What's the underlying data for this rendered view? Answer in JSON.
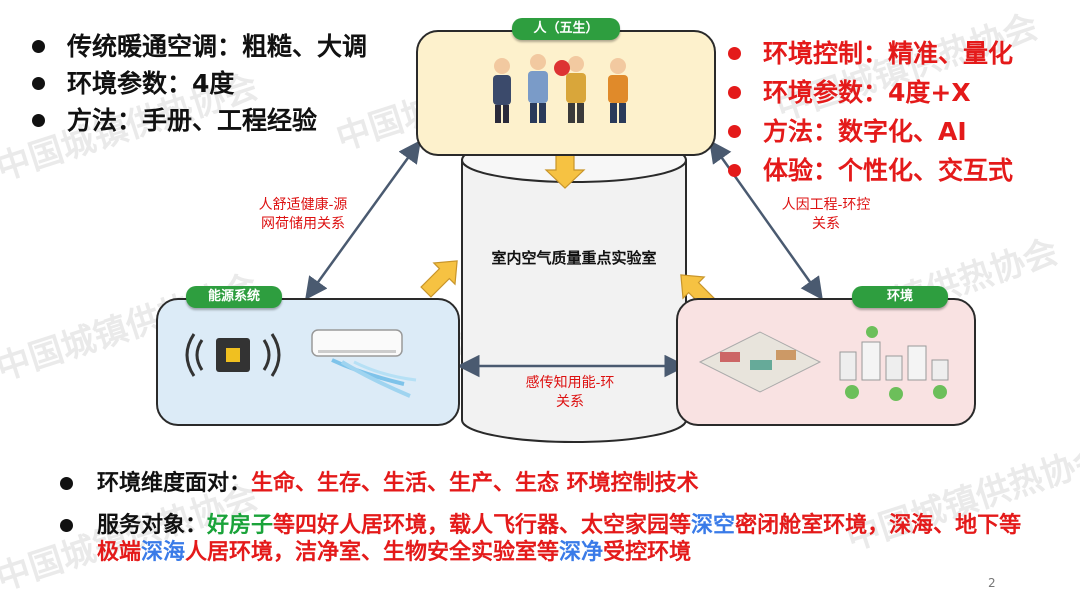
{
  "watermark": "中国城镇供热协会",
  "left_bullets": [
    "传统暖通空调：粗糙、大调",
    "环境参数：4度",
    "方法：手册、工程经验"
  ],
  "right_bullets": [
    "环境控制：精准、量化",
    "环境参数：4度+X",
    "方法：数字化、AI",
    "体验：个性化、交互式"
  ],
  "nodes": {
    "person": "人（五生）",
    "energy": "能源系统",
    "environment": "环境",
    "center": "室内空气质量重点实验室"
  },
  "relations": {
    "left": "人舒适健康-源网荷储用关系",
    "right": "人因工程-环控关系",
    "bottom": "感传知用能-环关系"
  },
  "bottom_bullets": {
    "line1_prefix": "环境维度面对：",
    "line1_red": "生命、生存、生活、生产、生态 环境控制技术",
    "line2_prefix": "服务对象：",
    "line2_segments": [
      {
        "text": "好房子",
        "color": "green"
      },
      {
        "text": "等四好人居环境，载人飞行器、太空家园等",
        "color": "red"
      },
      {
        "text": "深空",
        "color": "blue"
      },
      {
        "text": "密闭舱室环境，深海、地下等极端",
        "color": "red"
      },
      {
        "text": "深海",
        "color": "blue"
      },
      {
        "text": "人居环境，洁净室、生物安全实验室等",
        "color": "red"
      },
      {
        "text": "深净",
        "color": "blue"
      },
      {
        "text": "受控环境",
        "color": "red"
      }
    ]
  },
  "page_number": "2",
  "colors": {
    "person_box": "#fdf1cc",
    "energy_box": "#dcebf7",
    "env_box": "#f9e2e2",
    "tag_green": "#2e9e3f",
    "arrow_yellow": "#f6c242",
    "red_text": "#e41a1a"
  }
}
